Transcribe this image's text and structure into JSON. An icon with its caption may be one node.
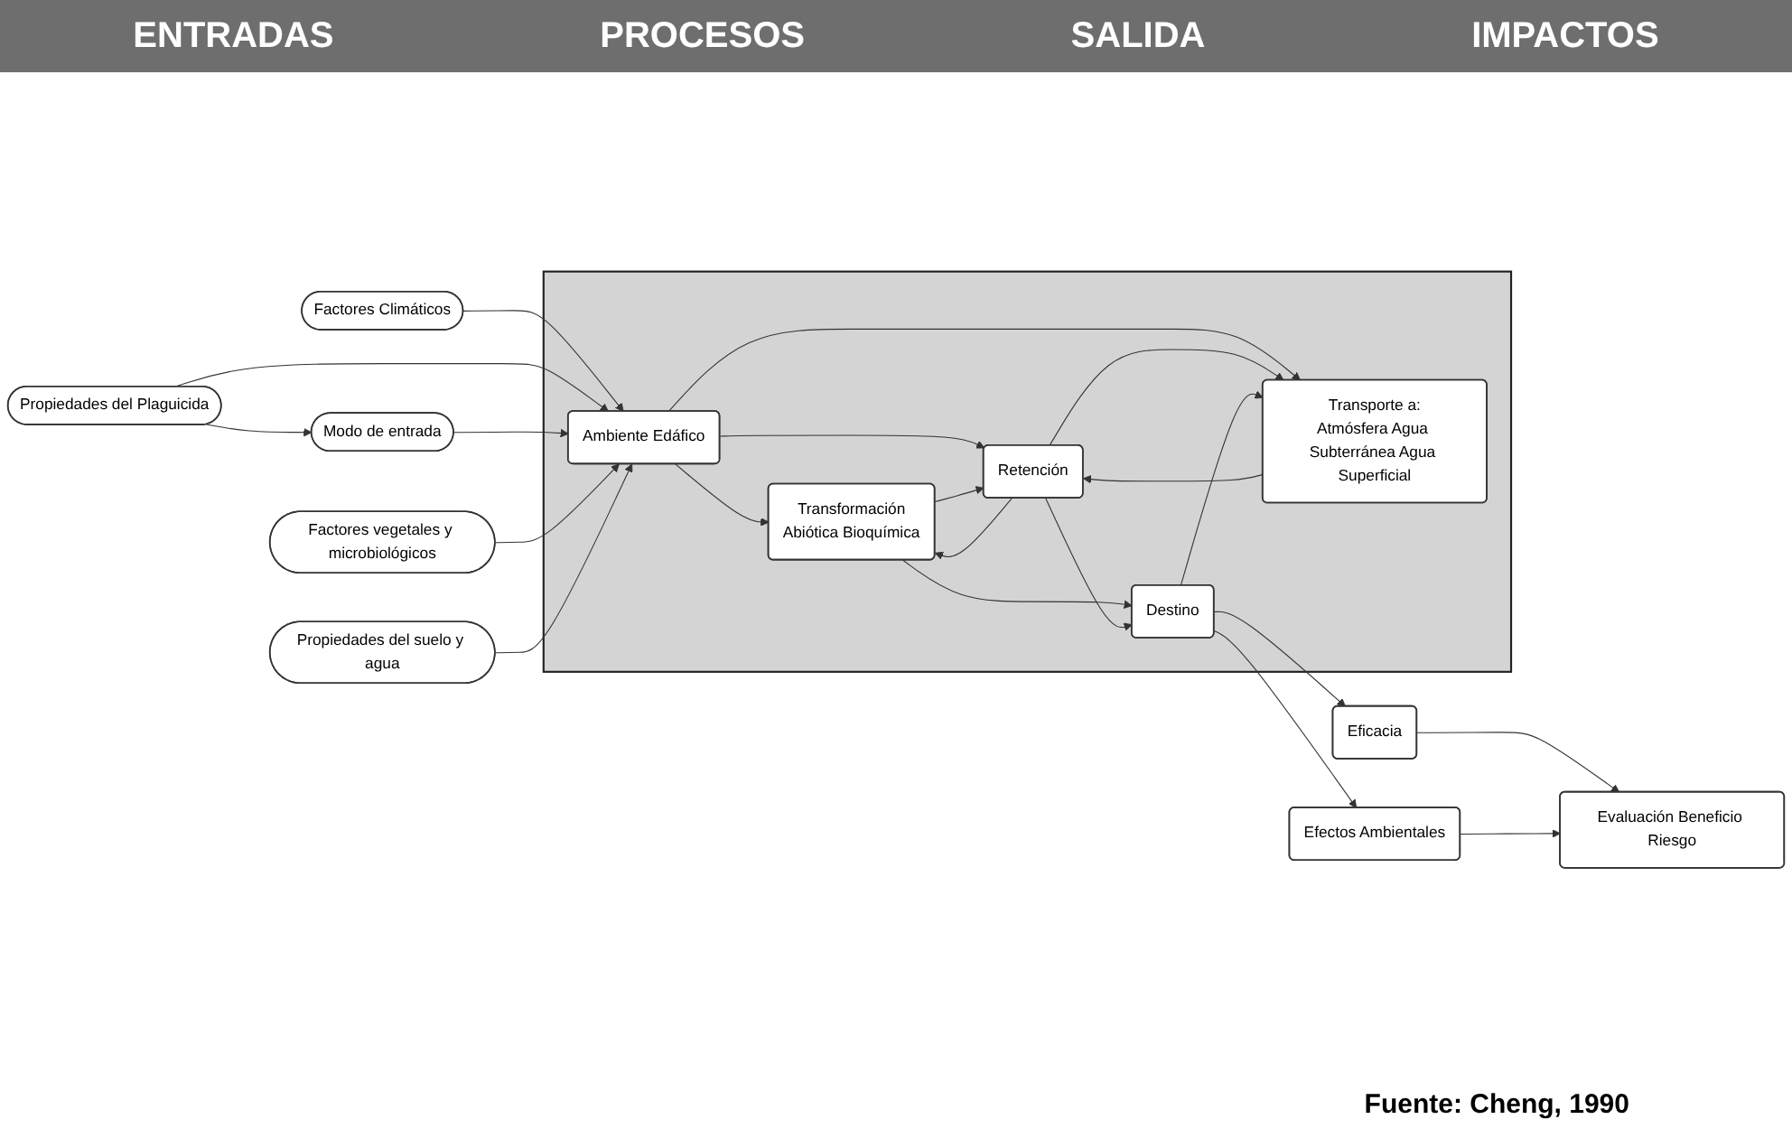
{
  "diagram": {
    "caption": "Fuente: Cheng, 1990",
    "nodes": [
      {
        "text": [
          "Factores Climáticos"
        ]
      },
      {
        "text": [
          "Propiedades del Plaguicida"
        ]
      },
      {
        "text": [
          "Modo de entrada"
        ]
      },
      {
        "text": [
          "Factores vegetales y microbiológicos"
        ]
      },
      {
        "text": [
          "Propiedades del suelo y agua"
        ]
      },
      {
        "text": [],
        "shape": "octagon"
      },
      {
        "text": [
          "Ambiente Edáfico"
        ],
        "in": 5
      },
      {
        "text": [
          "Transformación",
          "Abiótica Bioquímica"
        ],
        "in": 5
      },
      {
        "text": [
          "Retención"
        ],
        "in": 5
      },
      {
        "text": [
          "Transporte a:",
          "Atmósfera Agua Subterránea Agua Superficial"
        ],
        "in": 5
      },
      {
        "text": [
          "Destino"
        ],
        "in": 5
      },
      {
        "text": [
          "Eficacia"
        ]
      },
      {
        "text": [
          "Evaluación Beneficio Riesgo"
        ]
      },
      {
        "text": [
          "Efectos Ambientales"
        ]
      }
    ],
    "edges": [
      {
        "from": 0,
        "to": 6,
        "arrow": "to"
      },
      {
        "from": 1,
        "to": 2,
        "arrow": "to"
      },
      {
        "from": 1,
        "to": 6,
        "arrow": "to"
      },
      {
        "from": 2,
        "to": 6,
        "arrow": "to"
      },
      {
        "from": 3,
        "to": 6,
        "arrow": "to"
      },
      {
        "from": 4,
        "to": 6,
        "arrow": "to"
      },
      {
        "from": 6,
        "to": 7,
        "arrow": "to"
      },
      {
        "from": 6,
        "to": 8,
        "arrow": "to"
      },
      {
        "from": 6,
        "to": 9,
        "arrow": "to"
      },
      {
        "from": 8,
        "to": 7,
        "arrow": "to"
      },
      {
        "from": 7,
        "to": 8,
        "arrow": "to"
      },
      {
        "from": 8,
        "to": 9,
        "arrow": "to"
      },
      {
        "from": 9,
        "to": 8,
        "arrow": "to"
      },
      {
        "from": 7,
        "to": 10,
        "arrow": "to"
      },
      {
        "from": 8,
        "to": 10,
        "arrow": "to"
      },
      {
        "from": 10,
        "to": 9,
        "arrow": "to"
      },
      {
        "from": 10,
        "to": 11,
        "arrow": "to"
      },
      {
        "from": 10,
        "to": 13,
        "arrow": "to"
      },
      {
        "from": 11,
        "to": 12,
        "arrow": "to"
      },
      {
        "from": 13,
        "to": 12,
        "arrow": "to"
      }
    ],
    "labels": [
      "ENTRADAS",
      "PROCESOS",
      "SALIDA",
      "IMPACTOS"
    ]
  }
}
